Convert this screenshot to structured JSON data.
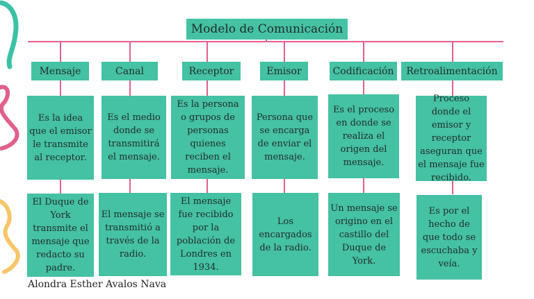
{
  "title": "Modelo de Comunicación",
  "columns": [
    {
      "header": "Mensaje",
      "definition": "Es la idea que el emisor le transmite al receptor.",
      "example": "El Duque de York transmite el mensaje que redacto su padre."
    },
    {
      "header": "Canal",
      "definition": "Es el medio donde se transmitirá el mensaje.",
      "example": "El mensaje se transmitió a través de la radio."
    },
    {
      "header": "Receptor",
      "definition": "Es la persona o grupos de personas quienes reciben el mensaje.",
      "example": "El mensaje fue recibido por la población de Londres en 1934."
    },
    {
      "header": "Emisor",
      "definition": "Persona que se encarga de enviar el mensaje.",
      "example": "Los encargados de la radio."
    },
    {
      "header": "Codificación",
      "definition": "Es el proceso en donde se realiza el origen del mensaje.",
      "example": "Un mensaje se origino en el castillo del Duque de York."
    },
    {
      "header": "Retroalimentación",
      "definition": "Proceso donde el emisor y receptor aseguran que el mensaje fue recibido.",
      "example": "Es por el hecho de que todo se escuchaba y veía."
    }
  ],
  "author": "Alondra Esther Avalos Nava",
  "colors": {
    "box": "#45c1a3",
    "connector": "#e0608a",
    "deco_teal": "#3cc1a6",
    "deco_pink": "#e0608a",
    "deco_yellow": "#f6c56a"
  }
}
